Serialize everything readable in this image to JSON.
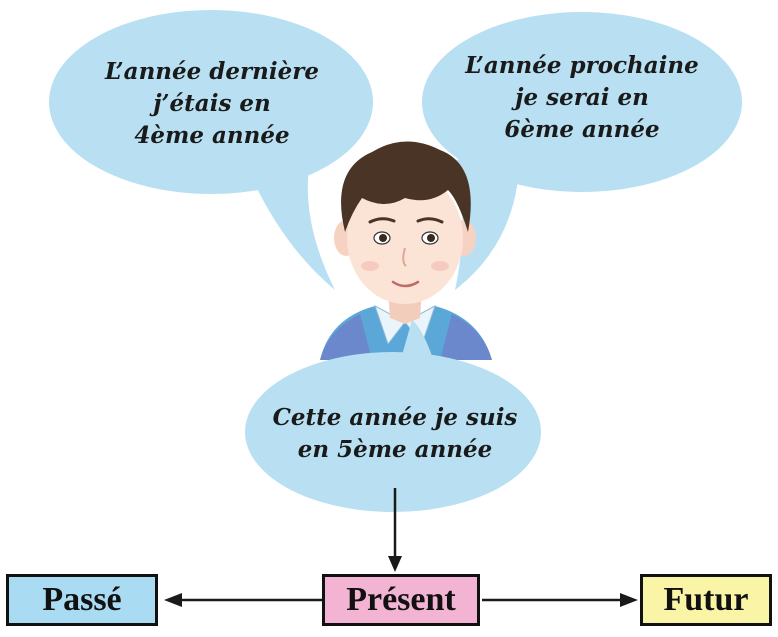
{
  "bubbles": {
    "past": {
      "lines": [
        "L’année dernière",
        "j’étais en",
        "4ème année"
      ]
    },
    "future": {
      "lines": [
        "L’année prochaine",
        "je serai en",
        "6ème année"
      ]
    },
    "present": {
      "lines": [
        "Cette année je suis",
        "en 5ème année"
      ]
    }
  },
  "timeline": {
    "past_label": "Passé",
    "present_label": "Présent",
    "future_label": "Futur"
  },
  "colors": {
    "bubble": "#b8e0f2",
    "past_box": "#a9dcf3",
    "present_box": "#f3b4d3",
    "future_box": "#f9f4a6",
    "shirt": "#5aa7d8",
    "hair": "#4a3426",
    "skin": "#fbe3d6"
  }
}
